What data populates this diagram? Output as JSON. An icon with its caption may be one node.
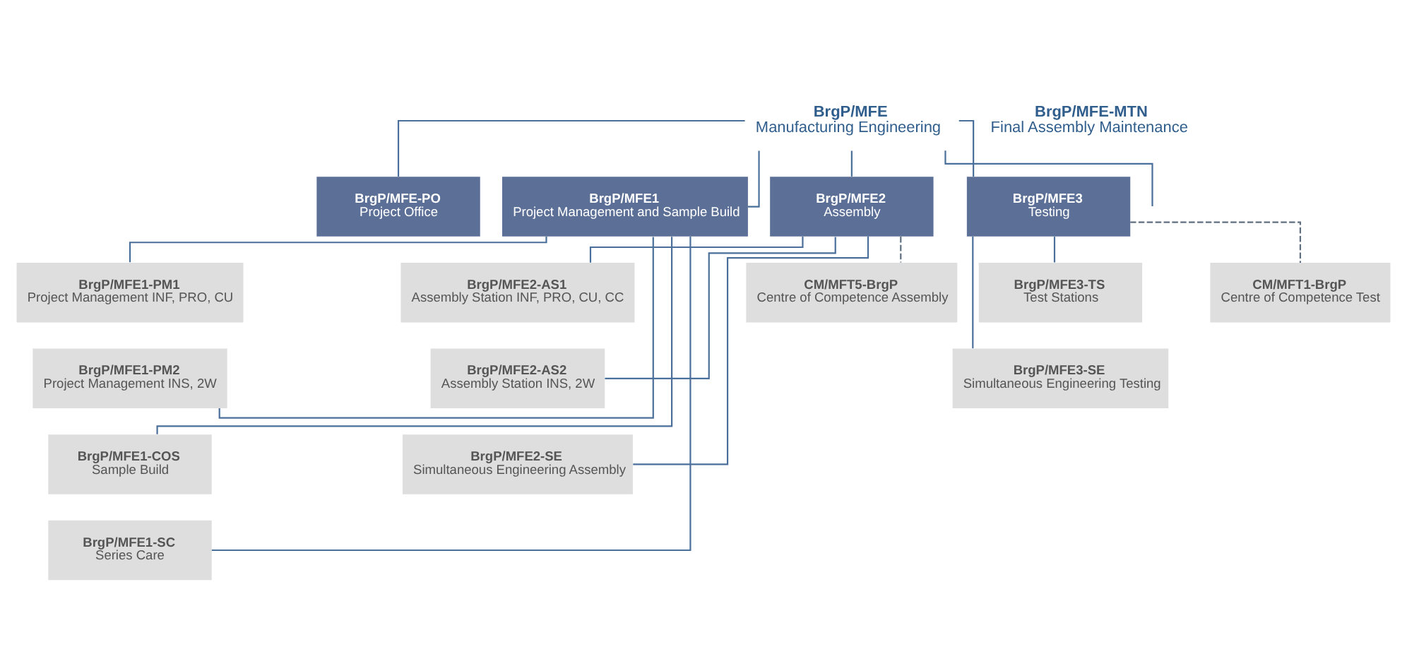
{
  "diagram": {
    "nodes": [
      {
        "text": [
          "BrgP/MFE",
          "Manufacturing Engineering"
        ]
      },
      {
        "text": [
          "BrgP/MFE-PO",
          "Project Office"
        ]
      },
      {
        "text": [
          "BrgP/MFE1",
          "Project Management and Sample Build"
        ]
      },
      {
        "text": [
          "BrgP/MFE2",
          "Assembly"
        ]
      },
      {
        "text": [
          "BrgP/MFE3",
          "Testing"
        ]
      },
      {
        "text": [
          "BrgP/MFE-MTN",
          "Final Assembly Maintenance"
        ]
      },
      {
        "text": [
          "BrgP/MFE1-PM1",
          "Project Management INF, PRO, CU"
        ]
      },
      {
        "text": [
          "BrgP/MFE1-PM2",
          "Project Management INS, 2W"
        ]
      },
      {
        "text": [
          "BrgP/MFE1-COS",
          "Sample Build"
        ]
      },
      {
        "text": [
          "BrgP/MFE1-SC",
          "Series Care"
        ]
      },
      {
        "text": [
          "BrgP/MFE2-AS1",
          "Assembly Station INF, PRO, CU, CC"
        ]
      },
      {
        "text": [
          "BrgP/MFE2-AS2",
          "Assembly Station INS, 2W"
        ]
      },
      {
        "text": [
          "BrgP/MFE2-SE",
          "Simultaneous Engineering Assembly"
        ]
      },
      {
        "text": [
          "CM/MFT5-BrgP",
          "Centre of Competence Assembly"
        ]
      },
      {
        "text": [
          "BrgP/MFE3-TS",
          "Test Stations"
        ]
      },
      {
        "text": [
          "BrgP/MFE3-SE",
          "Simultaneous Engineering Testing"
        ]
      },
      {
        "text": [
          "CM/MFT1-BrgP",
          "Centre of Competence Test"
        ]
      }
    ],
    "edges": [
      {
        "from": 0,
        "to": 1,
        "arrow": "none"
      },
      {
        "from": 0,
        "to": 2,
        "arrow": "none"
      },
      {
        "from": 0,
        "to": 3,
        "arrow": "none"
      },
      {
        "from": 0,
        "to": 4,
        "arrow": "none"
      },
      {
        "from": 0,
        "to": null,
        "arrow": "none"
      },
      {
        "from": 2,
        "to": 6,
        "arrow": "none"
      },
      {
        "from": 2,
        "to": 7,
        "arrow": "none"
      },
      {
        "from": 2,
        "to": 8,
        "arrow": "none"
      },
      {
        "from": 2,
        "to": 9,
        "arrow": "none"
      },
      {
        "from": 3,
        "to": 10,
        "arrow": "none"
      },
      {
        "from": 3,
        "to": 11,
        "arrow": "none"
      },
      {
        "from": 3,
        "to": 12,
        "arrow": "none"
      },
      {
        "from": 3,
        "to": 13,
        "arrow": "none",
        "style": "dashed",
        "color": "#5f6f80"
      },
      {
        "from": 4,
        "to": 14,
        "arrow": "none"
      },
      {
        "from": 4,
        "to": 15,
        "arrow": "none"
      },
      {
        "from": 4,
        "to": 16,
        "arrow": "none",
        "style": "dashed",
        "color": "#5f6f80"
      }
    ]
  }
}
